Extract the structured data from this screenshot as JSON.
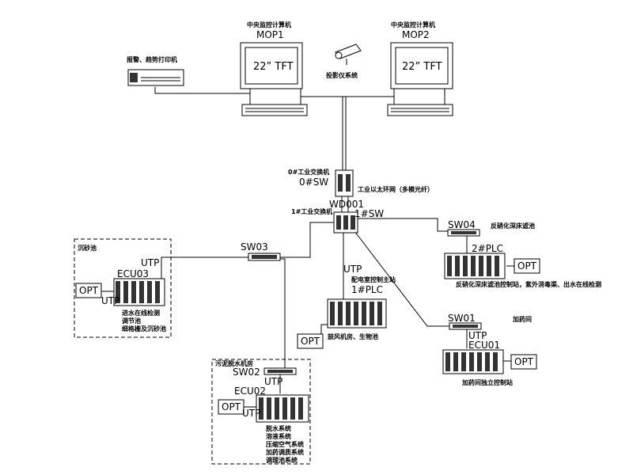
{
  "mop1": {
    "title": "中央监控计算机",
    "name": "MOP1",
    "screen": "22” TFT"
  },
  "mop2": {
    "title": "中央监控计算机",
    "name": "MOP2",
    "screen": "22” TFT"
  },
  "printer": {
    "label": "报警、趋势打印机"
  },
  "projector": {
    "label": "投影仪系统"
  },
  "sw0": {
    "title": "0#工业交换机",
    "name": "0#SW"
  },
  "ring": {
    "label": "工业以太环网（多模光纤）"
  },
  "wd": {
    "name": "WD001"
  },
  "sw1": {
    "title": "1#工业交换机",
    "name": "1#SW"
  },
  "sw03": {
    "name": "SW03"
  },
  "sw04": {
    "name": "SW04",
    "label": "反硝化深床滤池"
  },
  "sw01": {
    "name": "SW01",
    "label": "加药间"
  },
  "sw02": {
    "name": "SW02"
  },
  "cable": {
    "utp": "UTP"
  },
  "grit": {
    "area": "沉砂池",
    "ecu": "ECU03",
    "opt": "OPT",
    "lines": [
      "进水在线检测",
      "调节池",
      "细格栅及沉砂池"
    ]
  },
  "main_plc": {
    "title": "配电室控制主站",
    "name": "1#PLC",
    "opt": "OPT",
    "lines": [
      "鼓风机房、生物池"
    ]
  },
  "plc2": {
    "name": "2#PLC",
    "opt": "OPT",
    "lines": [
      "反硝化深床滤池控制站，紫外消毒渠、出水在线检测"
    ]
  },
  "dosing": {
    "ecu": "ECU01",
    "opt": "OPT",
    "lines": [
      "加药间独立控制站"
    ]
  },
  "sludge": {
    "area": "污泥脱水机房",
    "ecu": "ECU02",
    "opt": "OPT",
    "lines": [
      "脱水系统",
      "溶液系统",
      "压缩空气系统",
      "加药调质系统",
      "调理池系统"
    ]
  }
}
